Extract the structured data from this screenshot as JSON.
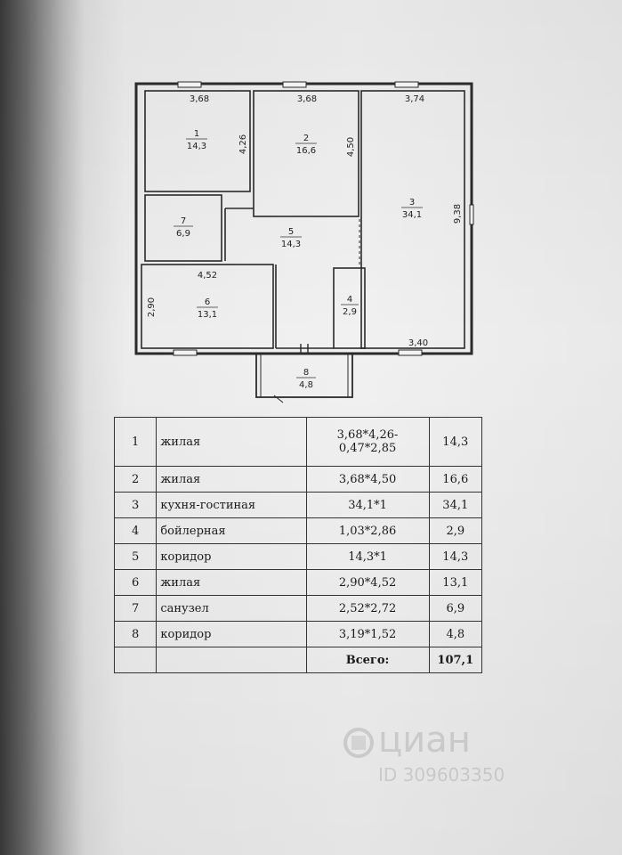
{
  "plan": {
    "rooms": [
      {
        "num": "1",
        "area": "14,3"
      },
      {
        "num": "2",
        "area": "16,6"
      },
      {
        "num": "3",
        "area": "34,1"
      },
      {
        "num": "4",
        "area": "2,9"
      },
      {
        "num": "5",
        "area": "14,3"
      },
      {
        "num": "6",
        "area": "13,1"
      },
      {
        "num": "7",
        "area": "6,9"
      },
      {
        "num": "8",
        "area": "4,8"
      }
    ],
    "dims": {
      "r1_width": "3,68",
      "r1_height": "4,26",
      "r2_width": "3,68",
      "r2_height": "4,50",
      "r3_width_top": "3,74",
      "r3_height": "9,38",
      "r3_width_bottom": "3,40",
      "r6_width": "4,52",
      "r6_height": "2,90"
    }
  },
  "table": {
    "rows": [
      {
        "n": "1",
        "name": "жилая",
        "formula_line1": "3,68*4,26-",
        "formula_line2": "0,47*2,85",
        "area": "14,3"
      },
      {
        "n": "2",
        "name": "жилая",
        "formula": "3,68*4,50",
        "area": "16,6"
      },
      {
        "n": "3",
        "name": "кухня-гостиная",
        "formula": "34,1*1",
        "area": "34,1"
      },
      {
        "n": "4",
        "name": "бойлерная",
        "formula": "1,03*2,86",
        "area": "2,9"
      },
      {
        "n": "5",
        "name": "коридор",
        "formula": "14,3*1",
        "area": "14,3"
      },
      {
        "n": "6",
        "name": "жилая",
        "formula": "2,90*4,52",
        "area": "13,1"
      },
      {
        "n": "7",
        "name": "санузел",
        "formula": "2,52*2,72",
        "area": "6,9"
      },
      {
        "n": "8",
        "name": "коридор",
        "formula": "3,19*1,52",
        "area": "4,8"
      }
    ],
    "total_label": "Всего:",
    "total_value": "107,1"
  },
  "watermark": {
    "brand": "циан",
    "id_text": "ID 309603350"
  }
}
